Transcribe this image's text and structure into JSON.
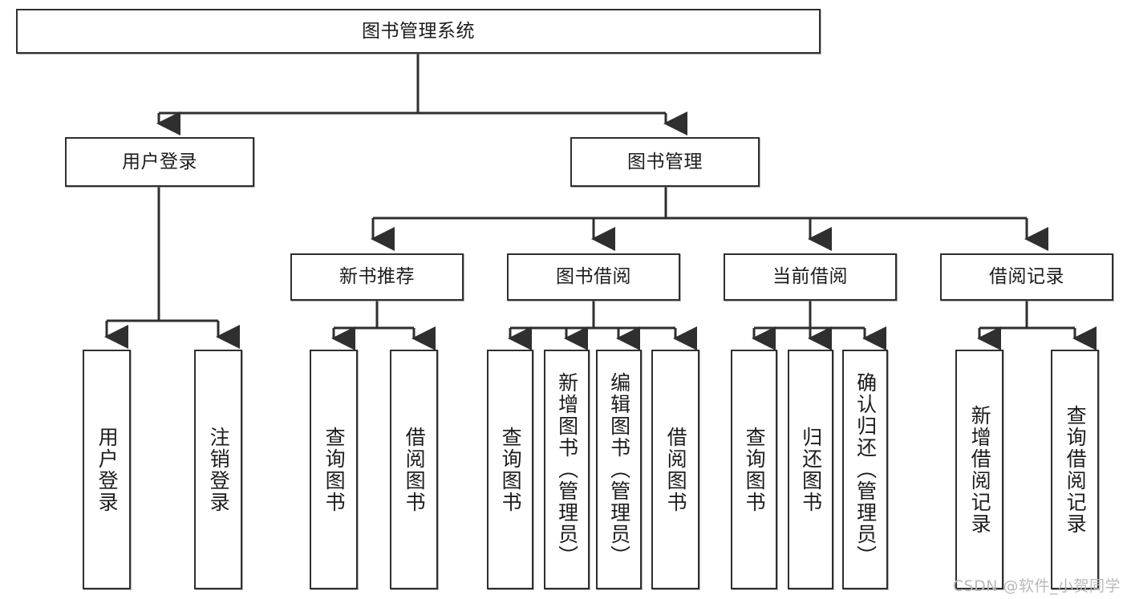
{
  "diagram": {
    "title": "图书管理系统",
    "type": "tree",
    "root": {
      "id": "root",
      "label": "图书管理系统"
    },
    "level2": [
      {
        "id": "user-login",
        "label": "用户登录"
      },
      {
        "id": "book-manage",
        "label": "图书管理"
      }
    ],
    "level3": [
      {
        "id": "new-book-rec",
        "label": "新书推荐"
      },
      {
        "id": "book-borrow",
        "label": "图书借阅"
      },
      {
        "id": "current-borrow",
        "label": "当前借阅"
      },
      {
        "id": "borrow-record",
        "label": "借阅记录"
      }
    ],
    "leaves": [
      {
        "id": "leaf-user-login",
        "label": "用户登录",
        "parent": "user-login"
      },
      {
        "id": "leaf-logout",
        "label": "注销登录",
        "parent": "user-login"
      },
      {
        "id": "leaf-query-book-1",
        "label": "查询图书",
        "parent": "new-book-rec"
      },
      {
        "id": "leaf-borrow-book-1",
        "label": "借阅图书",
        "parent": "new-book-rec"
      },
      {
        "id": "leaf-query-book-2",
        "label": "查询图书",
        "parent": "book-borrow"
      },
      {
        "id": "leaf-add-book",
        "label": "新增图书（管理员）",
        "parent": "book-borrow"
      },
      {
        "id": "leaf-edit-book",
        "label": "编辑图书（管理员）",
        "parent": "book-borrow"
      },
      {
        "id": "leaf-borrow-book-2",
        "label": "借阅图书",
        "parent": "book-borrow"
      },
      {
        "id": "leaf-query-book-3",
        "label": "查询图书",
        "parent": "current-borrow"
      },
      {
        "id": "leaf-return-book",
        "label": "归还图书",
        "parent": "current-borrow"
      },
      {
        "id": "leaf-confirm-return",
        "label": "确认归还（管理员）",
        "parent": "current-borrow"
      },
      {
        "id": "leaf-add-record",
        "label": "新增借阅记录",
        "parent": "borrow-record"
      },
      {
        "id": "leaf-query-record",
        "label": "查询借阅记录",
        "parent": "borrow-record"
      }
    ],
    "colors": {
      "stroke": "#2f2f2f",
      "fill": "#ffffff",
      "text": "#1c1c1c",
      "watermark": "#b9b9b9"
    }
  },
  "watermark": {
    "text": "CSDN @软件_小贺同学"
  }
}
